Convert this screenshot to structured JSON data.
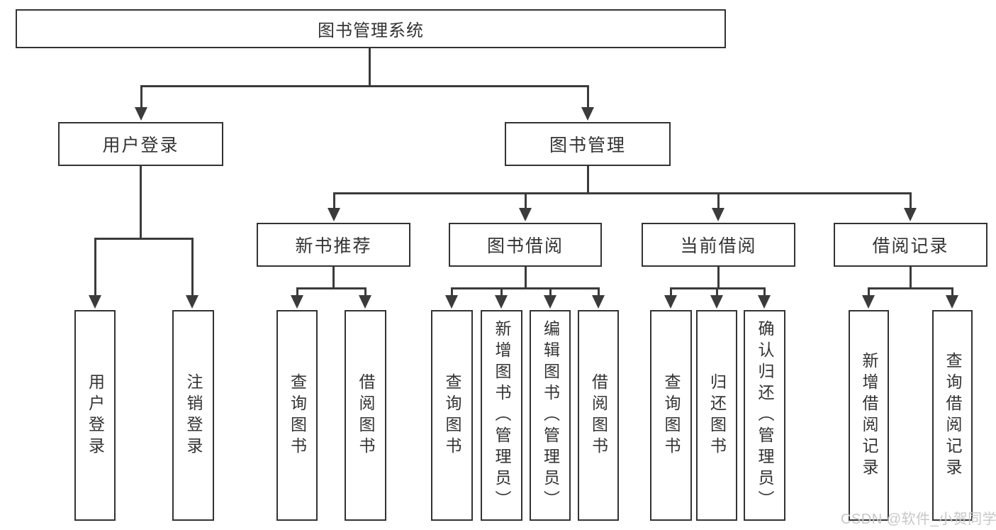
{
  "colors": {
    "background": "#ffffff",
    "line": "#3b3b3b",
    "box_border": "#333333",
    "text": "#333333",
    "watermark": "#c7c7c7"
  },
  "diagram": {
    "type": "hierarchy-tree",
    "title": "图书管理系统",
    "branches": [
      {
        "label": "用户登录",
        "children": [
          {
            "label": "用户登录"
          },
          {
            "label": "注销登录"
          }
        ]
      },
      {
        "label": "图书管理",
        "children": [
          {
            "label": "新书推荐",
            "children": [
              {
                "label": "查询图书"
              },
              {
                "label": "借阅图书"
              }
            ]
          },
          {
            "label": "图书借阅",
            "children": [
              {
                "label": "查询图书"
              },
              {
                "label": "新增图书（管理员）"
              },
              {
                "label": "编辑图书（管理员）"
              },
              {
                "label": "借阅图书"
              }
            ]
          },
          {
            "label": "当前借阅",
            "children": [
              {
                "label": "查询图书"
              },
              {
                "label": "归还图书"
              },
              {
                "label": "确认归还（管理员）"
              }
            ]
          },
          {
            "label": "借阅记录",
            "children": [
              {
                "label": "新增借阅记录"
              },
              {
                "label": "查询借阅记录"
              }
            ]
          }
        ]
      }
    ]
  },
  "watermark": {
    "text": "CSDN @软件_小贺同学"
  }
}
